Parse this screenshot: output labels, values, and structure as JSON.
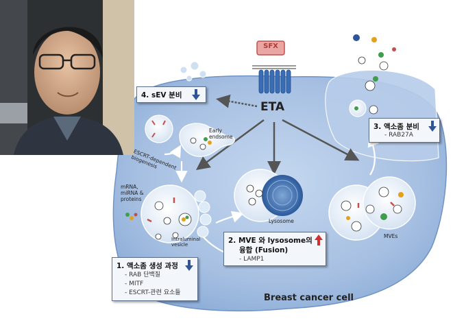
{
  "receptor_label": "SFX",
  "eta_label": "ETA",
  "cell_label": "Breast cancer cell",
  "early_endosome": [
    "Early",
    "endsome"
  ],
  "escrt_label": [
    "ESCRT-dependent",
    "biogenesis"
  ],
  "rna_label": [
    "mRNA,",
    "miRNA &",
    "proteins"
  ],
  "ilv_label": [
    "Intraluminal",
    "vesicle"
  ],
  "lysosome_label": "Lysosome",
  "mves_label": "MVEs",
  "boxes": {
    "b1": {
      "title": "1.  액소좀 생성 과정",
      "items": [
        "- RAB 단백질",
        "- MITF",
        "- ESCRT-관련 요소들"
      ],
      "trend": "down"
    },
    "b2": {
      "title_l1": "2.  MVE 와 lysosome의",
      "title_l2": "융합 (Fusion)",
      "items": [
        "- LAMP1"
      ],
      "trend": "up"
    },
    "b3": {
      "title": "3.  액소좀 분비",
      "items": [
        "- RAB27A"
      ],
      "trend": "down"
    },
    "b4": {
      "title": "4.  sEV 분비",
      "trend": "down"
    }
  },
  "colors": {
    "cell_fill": "#a9c3e3",
    "cell_edge": "#8fb0d8",
    "box_bg": "#f3f6fb",
    "trend_up": "#d0312d",
    "trend_down": "#2f5597",
    "receptor": "#e9a6a2"
  },
  "icons": {
    "up": "up-arrow-icon",
    "down": "down-arrow-icon"
  }
}
